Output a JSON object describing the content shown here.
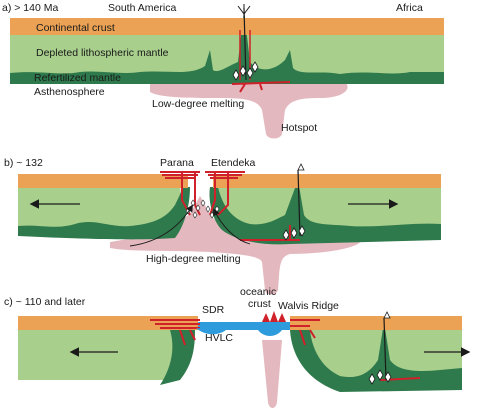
{
  "colors": {
    "crust": "#eba254",
    "mantle_light": "#a8cf8c",
    "mantle_dark": "#2f7a4c",
    "asthenosphere": "#e3b8bf",
    "melt": "#d0202a",
    "oceanic": "#2e9bdc",
    "black": "#1a1a1a"
  },
  "panel_a": {
    "label": "a) > 140 Ma",
    "south_america": "South America",
    "africa": "Africa",
    "continental_crust": "Continental crust",
    "depleted_mantle": "Depleted lithospheric mantle",
    "refertilized_mantle": "Refertilized  mantle",
    "asthenosphere": "Asthenosphere",
    "low_degree_melting": "Low-degree melting",
    "hotspot": "Hotspot"
  },
  "panel_b": {
    "label": "b) ~ 132",
    "parana": "Parana",
    "etendeka": "Etendeka",
    "high_degree_melting": "High-degree melting"
  },
  "panel_c": {
    "label": "c) ~ 110 and later",
    "oceanic_crust_line1": "oceanic",
    "oceanic_crust_line2": "crust",
    "sdr": "SDR",
    "walvis_ridge": "Walvis Ridge",
    "hvlc": "HVLC"
  }
}
